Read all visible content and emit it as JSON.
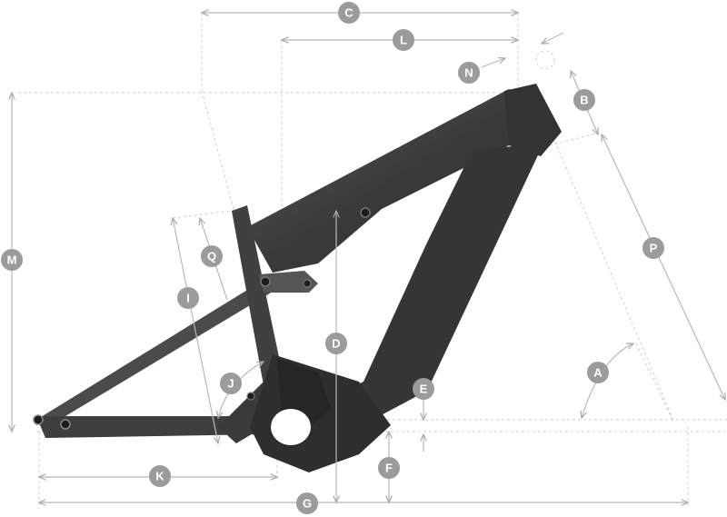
{
  "labels": {
    "a": "A",
    "b": "B",
    "c": "C",
    "d": "D",
    "e": "E",
    "f": "F",
    "g": "G",
    "i": "I",
    "j": "J",
    "k": "K",
    "l": "L",
    "m": "M",
    "n": "N",
    "p": "P",
    "q": "Q"
  },
  "colors": {
    "frame_dark": "#2f2f2f",
    "frame_mid": "#4a4a4a",
    "frame_light": "#6a6a6a",
    "dimension_line": "#b8b8b8",
    "badge": "#9b9b9b",
    "badge_text": "#ffffff",
    "background": "#ffffff"
  }
}
